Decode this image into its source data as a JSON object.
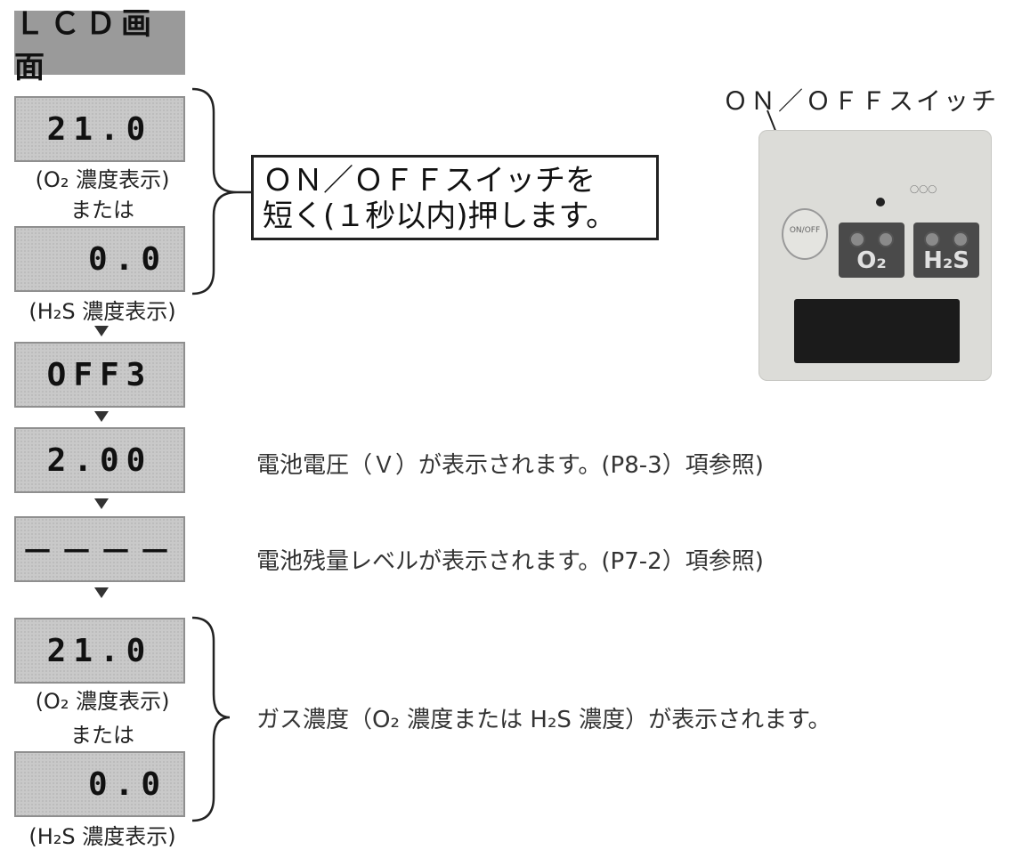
{
  "header": "ＬＣＤ画面",
  "lcd": {
    "o2": "21.0",
    "h2s": "0.0",
    "off": "OFF3",
    "voltage": "2.00",
    "battery": "－－－－"
  },
  "captions": {
    "o2": "(O₂ 濃度表示)",
    "or": "または",
    "h2s": "(H₂S 濃度表示)"
  },
  "callout": {
    "line1": "ＯＮ／ＯＦＦスイッチを",
    "line2": "短く(１秒以内)押します。"
  },
  "switch_label": "ＯＮ／ＯＦＦスイッチ",
  "device": {
    "sensor_o2": "O₂",
    "sensor_h2s": "H₂S"
  },
  "notes": {
    "voltage": "電池電圧（Ｖ）が表示されます。(P8-3）項参照)",
    "battery": "電池残量レベルが表示されます。(P7-2）項参照)",
    "gas": "ガス濃度（O₂ 濃度または H₂S 濃度）が表示されます。"
  }
}
